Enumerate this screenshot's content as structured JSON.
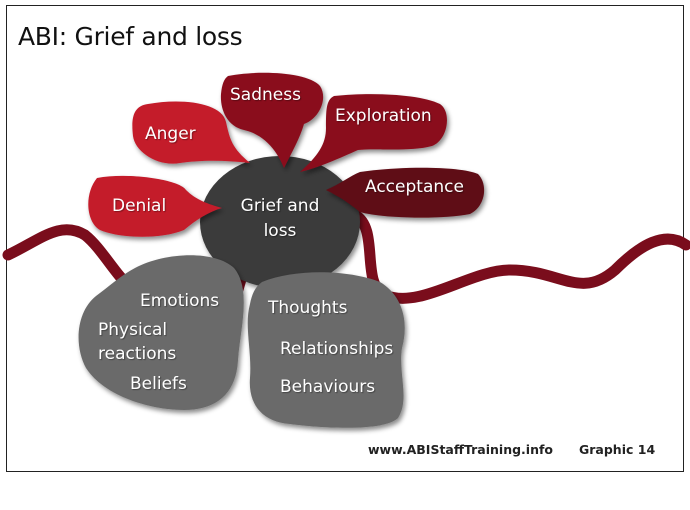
{
  "title": "ABI: Grief and loss",
  "center": {
    "line1": "Grief and",
    "line2": "loss"
  },
  "bubbles": {
    "anger": "Anger",
    "sadness": "Sadness",
    "exploration": "Exploration",
    "denial": "Denial",
    "acceptance": "Acceptance"
  },
  "left_blob": {
    "emotions": "Emotions",
    "physical_line1": "Physical",
    "physical_line2": "reactions",
    "beliefs": "Beliefs"
  },
  "right_blob": {
    "thoughts": "Thoughts",
    "relationships": "Relationships",
    "behaviours": "Behaviours"
  },
  "footer": {
    "url": "www.ABIStaffTraining.info",
    "graphic": "Graphic 14"
  },
  "colors": {
    "wave": "#7a0d1c",
    "bright_red": "#c41a2c",
    "dark_red": "#8a0f1f",
    "darkest_red": "#5e0a14",
    "circle": "#3a3a3a",
    "blob": "#6a6a6a"
  }
}
